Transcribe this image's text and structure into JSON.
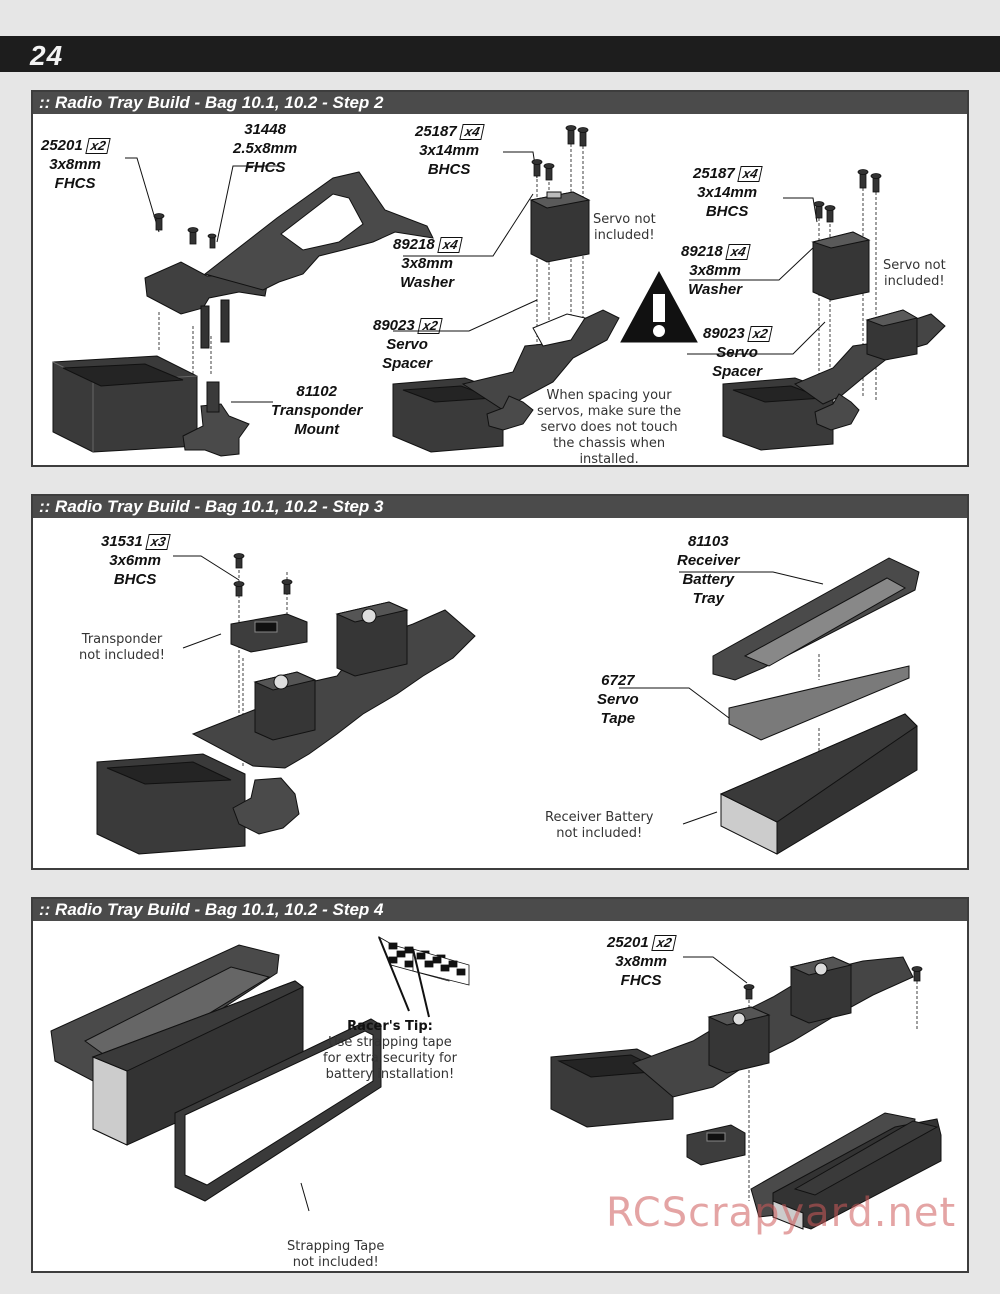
{
  "page_number": "24",
  "steps": [
    {
      "title": ":: Radio Tray Build - Bag 10.1, 10.2 - Step 2",
      "parts": [
        {
          "number": "25201",
          "qty": "x2",
          "size": "3x8mm",
          "name": "FHCS"
        },
        {
          "number": "31448",
          "qty": "",
          "size": "2.5x8mm",
          "name": "FHCS"
        },
        {
          "number": "25187",
          "qty": "x4",
          "size": "3x14mm",
          "name": "BHCS"
        },
        {
          "number": "89218",
          "qty": "x4",
          "size": "3x8mm",
          "name": "Washer"
        },
        {
          "number": "89023",
          "qty": "x2",
          "size": "Servo",
          "name": "Spacer"
        },
        {
          "number": "81102",
          "qty": "",
          "size": "Transponder",
          "name": "Mount"
        },
        {
          "number": "25187",
          "qty": "x4",
          "size": "3x14mm",
          "name": "BHCS"
        },
        {
          "number": "89218",
          "qty": "x4",
          "size": "3x8mm",
          "name": "Washer"
        },
        {
          "number": "89023",
          "qty": "x2",
          "size": "Servo",
          "name": "Spacer"
        }
      ],
      "notes": [
        {
          "line1": "Servo not",
          "line2": "included!"
        },
        {
          "line1": "Servo not",
          "line2": "included!"
        }
      ],
      "warning": [
        "When spacing your",
        "servos, make sure the",
        "servo does not touch",
        "the chassis when",
        "installed."
      ]
    },
    {
      "title": ":: Radio Tray Build - Bag 10.1, 10.2 - Step 3",
      "parts": [
        {
          "number": "31531",
          "qty": "x3",
          "size": "3x6mm",
          "name": "BHCS"
        },
        {
          "number": "81103",
          "qty": "",
          "size": "Receiver",
          "name": "Battery",
          "name2": "Tray"
        },
        {
          "number": "6727",
          "qty": "",
          "size": "Servo",
          "name": "Tape"
        }
      ],
      "notes": [
        {
          "line1": "Transponder",
          "line2": "not included!"
        },
        {
          "line1": "Receiver Battery",
          "line2": "not included!"
        }
      ]
    },
    {
      "title": ":: Radio Tray Build - Bag 10.1, 10.2 - Step 4",
      "parts": [
        {
          "number": "25201",
          "qty": "x2",
          "size": "3x8mm",
          "name": "FHCS"
        }
      ],
      "tip": {
        "heading": "Racer's Tip:",
        "lines": [
          "Use strapping tape",
          "for extra security for",
          "battery installation!"
        ]
      },
      "notes": [
        {
          "line1": "Strapping Tape",
          "line2": "not included!"
        }
      ]
    }
  ],
  "watermark": "RCScrapyard.net",
  "colors": {
    "page_bg": "#e6e6e6",
    "header_bar": "#1d1d1d",
    "step_bar": "#4b4b4b",
    "part_dark": "#3a3a3a",
    "part_light": "#7a7a7a",
    "watermark": "#cd5a5a"
  }
}
